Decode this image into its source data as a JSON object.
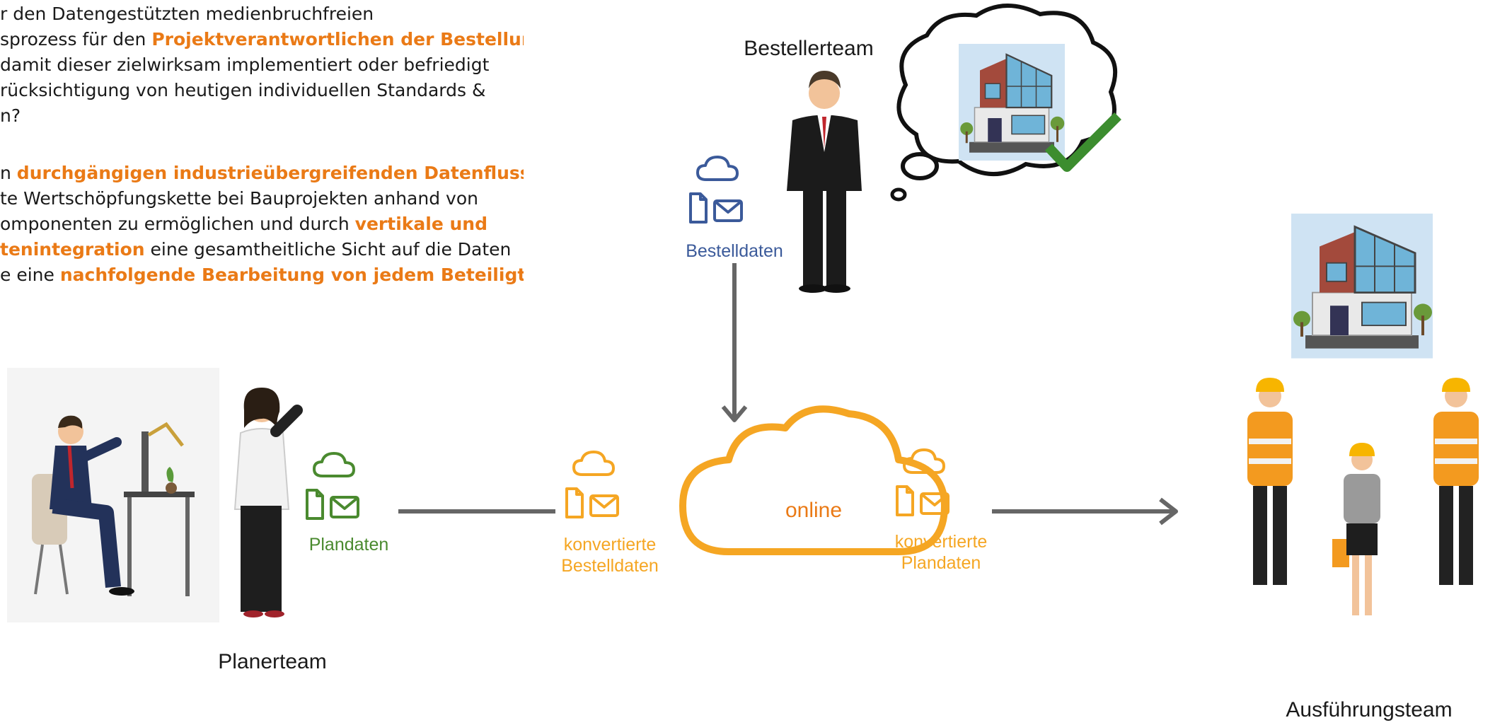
{
  "intro": {
    "para1": [
      [
        {
          "t": "r den Datengestützten medienbruchfreien"
        }
      ],
      [
        {
          "t": "sprozess für den "
        },
        {
          "t": "Projektverantwortlichen der Bestellung",
          "hl": true
        }
      ],
      [
        {
          "t": "damit dieser zielwirksam implementiert oder befriedigt"
        }
      ],
      [
        {
          "t": "rücksichtigung von heutigen individuellen Standards &"
        }
      ],
      [
        {
          "t": "n?"
        }
      ]
    ],
    "para2": [
      [
        {
          "t": "n "
        },
        {
          "t": "durchgängigen industrieübergreifenden Datenfluss",
          "hl": true
        }
      ],
      [
        {
          "t": "te Wertschöpfungskette bei Bauprojekten anhand von"
        }
      ],
      [
        {
          "t": "omponenten zu ermöglichen und durch "
        },
        {
          "t": "vertikale und",
          "hl": true
        }
      ],
      [
        {
          "t": "tenintegration",
          "hl": true
        },
        {
          "t": " eine gesamtheitliche Sicht auf die Daten"
        }
      ],
      [
        {
          "t": "e eine "
        },
        {
          "t": "nachfolgende Bearbeitung von jedem Beteiligten",
          "hl": true
        }
      ]
    ]
  },
  "teams": {
    "ordering": "Bestellerteam",
    "planning": "Planerteam",
    "execution": "Ausführungsteam"
  },
  "data_labels": {
    "ordering": "Bestelldaten",
    "planning": "Plandaten",
    "converted_order_1": "konvertierte",
    "converted_order_2": "Bestelldaten",
    "converted_plan_1": "konvertierte",
    "converted_plan_2": "Plandaten"
  },
  "cloud_label": "online",
  "colors": {
    "highlight": "#ea7a16",
    "orange": "#f5a623",
    "green": "#4a8a2f",
    "blue": "#3b5a9a",
    "arrow": "#666666",
    "checkmark": "#3c8d2f"
  },
  "icons": [
    "document-icon",
    "cloud-icon",
    "envelope-icon",
    "arrow-icon",
    "checkmark-icon"
  ]
}
